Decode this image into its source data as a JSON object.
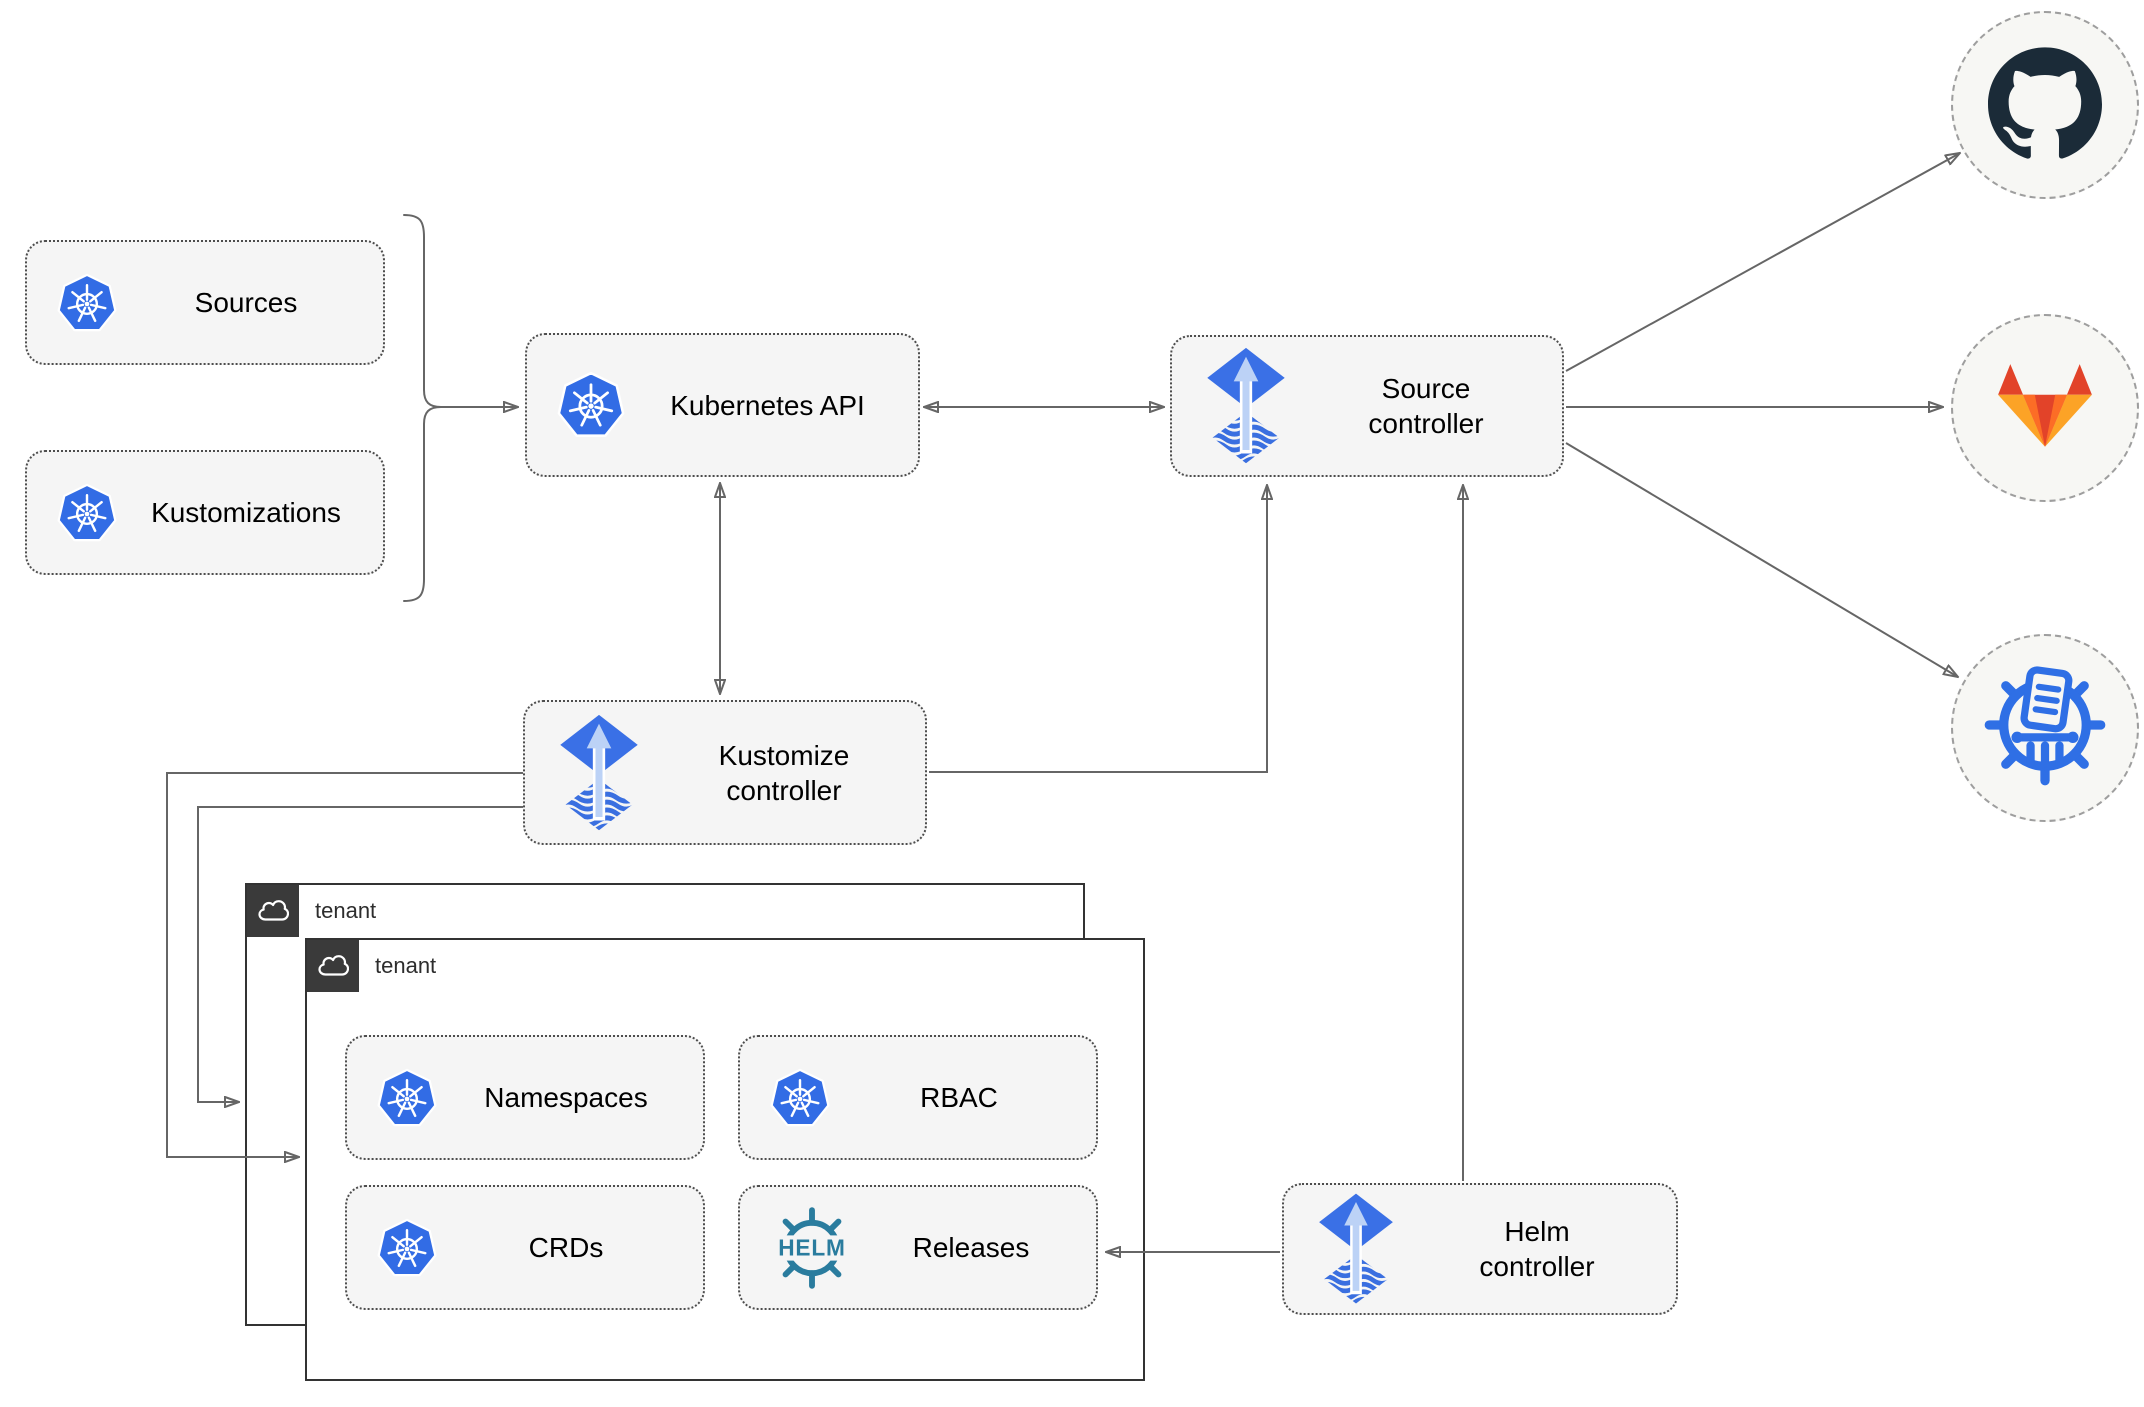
{
  "nodes": {
    "sources": {
      "label": "Sources",
      "icon": "kubernetes-icon"
    },
    "kustomizations": {
      "label": "Kustomizations",
      "icon": "kubernetes-icon"
    },
    "kubernetes_api": {
      "label": "Kubernetes API",
      "icon": "kubernetes-icon"
    },
    "source_controller": {
      "label": "Source controller",
      "icon": "flux-icon"
    },
    "kustomize_controller": {
      "label": "Kustomize controller",
      "icon": "flux-icon"
    },
    "helm_controller": {
      "label": "Helm controller",
      "icon": "flux-icon"
    }
  },
  "tenants": {
    "back": {
      "label": "tenant",
      "icon": "cloud-icon"
    },
    "front": {
      "label": "tenant",
      "icon": "cloud-icon"
    }
  },
  "tenant_items": {
    "namespaces": {
      "label": "Namespaces",
      "icon": "kubernetes-icon"
    },
    "rbac": {
      "label": "RBAC",
      "icon": "kubernetes-icon"
    },
    "crds": {
      "label": "CRDs",
      "icon": "kubernetes-icon"
    },
    "releases": {
      "label": "Releases",
      "icon": "helm-icon"
    }
  },
  "remotes": {
    "github": {
      "icon": "github-icon"
    },
    "gitlab": {
      "icon": "gitlab-icon"
    },
    "registry": {
      "icon": "harbor-registry-icon"
    }
  },
  "icons": {
    "kubernetes-icon": "blue heptagon with white ship-wheel",
    "flux-icon": "blue diamond with light up-arrow over wavy-striped diamond",
    "helm-icon": "teal ship wheel with HELM wordmark",
    "github-icon": "dark octocat-in-circle mark",
    "gitlab-icon": "orange tanuki fox head",
    "harbor-registry-icon": "blue wheel with document and column",
    "cloud-icon": "white outline cloud on dark tab"
  },
  "colors": {
    "kubernetes_blue": "#326ce5",
    "flux_blue": "#3a70e6",
    "flux_light_arrow": "#bcd2f6",
    "helm_teal": "#2a7c9e",
    "github_dark": "#1b2b38",
    "gitlab_red_orange": "#e24329",
    "gitlab_orange": "#fc6d26",
    "gitlab_light_orange": "#fca326",
    "harbor_blue": "#2f6fe5",
    "connector_gray": "#666666",
    "node_fill": "#f5f5f5",
    "node_border": "#4d4d4d",
    "tenant_border": "#333333",
    "tenant_tab": "#3a3a3a",
    "remote_circle_fill": "#f7f7f4",
    "remote_circle_border": "#9e9e9e"
  }
}
